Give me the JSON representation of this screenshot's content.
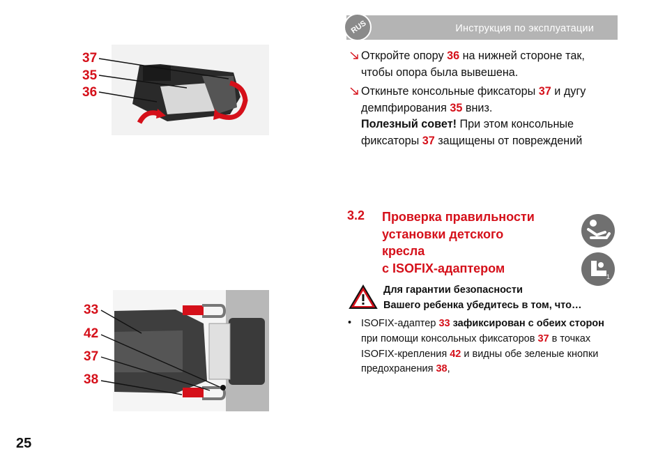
{
  "header": {
    "badge": "RUS",
    "title": "Инструкция по эксплуатации"
  },
  "steps": [
    {
      "icon": "arrow-bullet-icon",
      "t1": "Откройте опору ",
      "n1": "36",
      "t2": " на нижней стороне так, чтобы опора была вывешена."
    },
    {
      "icon": "arrow-bullet-icon",
      "t1": "Откиньте консольные фиксаторы ",
      "n1": "37",
      "t2": " и дугу демпфирования ",
      "n2": "35",
      "t3": " вниз."
    }
  ],
  "tip": {
    "label": "Полезный совет!",
    "t1": " При этом консольные фиксаторы ",
    "n1": "37",
    "t2": " защищены от повреждений"
  },
  "section": {
    "number": "3.2",
    "title_lines": [
      "Проверка правильности",
      "установки детского",
      "кресла",
      "с ISOFIX-адаптером"
    ],
    "icons": [
      "child-seat-icon",
      "isofix-seat-icon"
    ]
  },
  "warning": {
    "icon": "warning-triangle-icon",
    "line1": "Для гарантии безопасности",
    "line2": "Вашего ребенка убедитесь в том, что…"
  },
  "list": {
    "bullet": "•",
    "t1": "ISOFIX-адаптер ",
    "n1": "33",
    "b1": " зафиксирован с обеих сторон",
    "t2": "  при помощи консольных фиксаторов ",
    "n2": "37",
    "t3": " в точках ISOFIX-крепления ",
    "n3": "42",
    "t4": " и видны обе зеленые кнопки предохранения ",
    "n4": "38",
    "t5": ","
  },
  "figure1": {
    "callouts": [
      "37",
      "35",
      "36"
    ]
  },
  "figure2": {
    "callouts": [
      "33",
      "42",
      "37",
      "38"
    ]
  },
  "page_number": "25"
}
